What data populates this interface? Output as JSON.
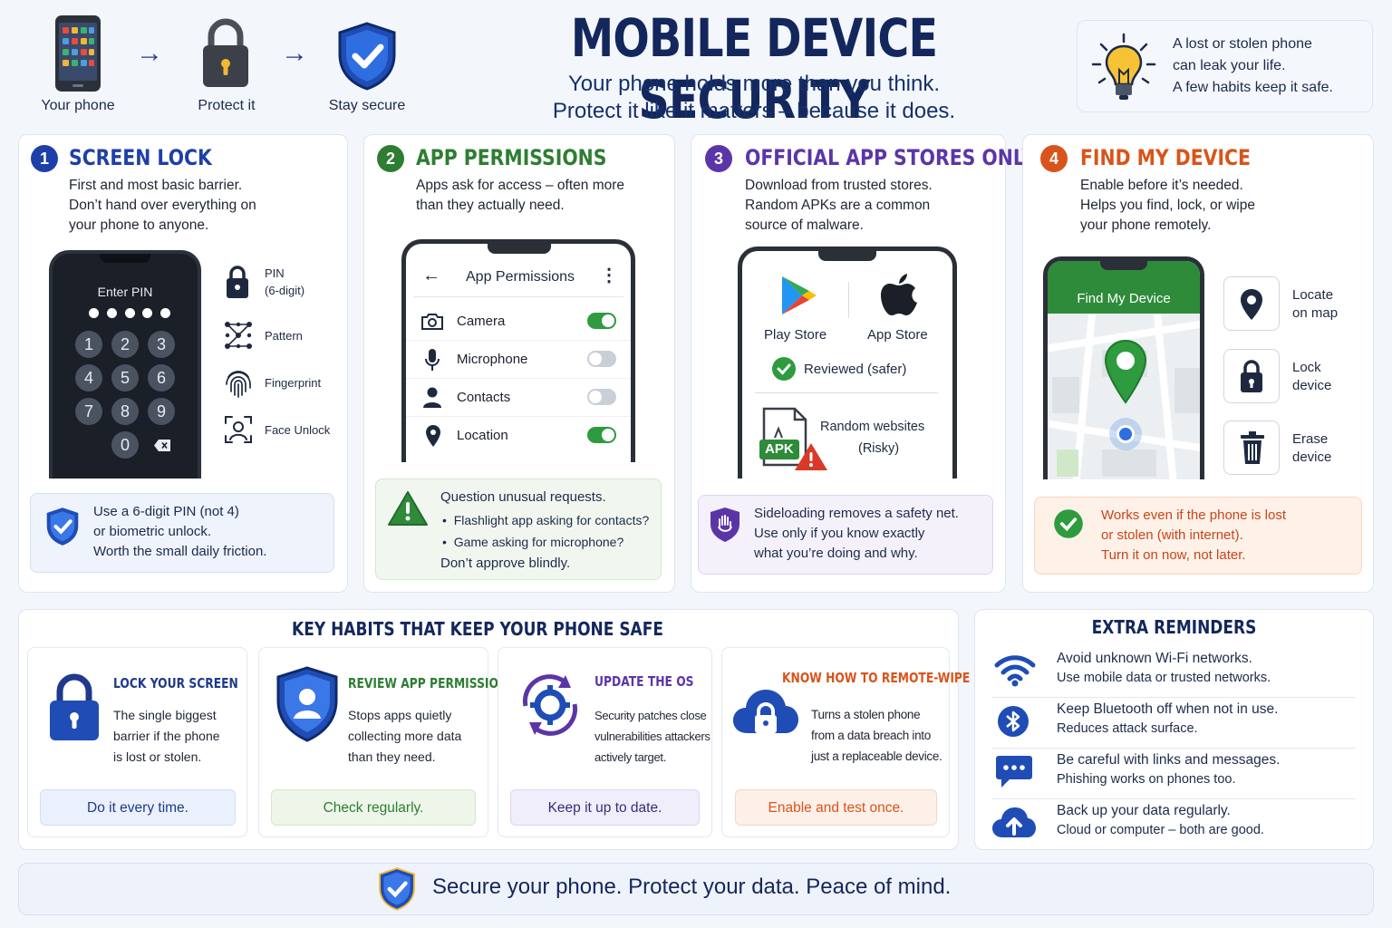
{
  "header": {
    "flow": [
      "Your phone",
      "Protect it",
      "Stay secure"
    ],
    "title": "MOBILE DEVICE SECURITY",
    "subtitle_1": "Your phone holds more than you think.",
    "subtitle_2": "Protect it like it matters – because it does.",
    "tip_lines": [
      "A lost or stolen phone",
      "can leak your life.",
      "A few habits keep it safe."
    ]
  },
  "sections": [
    {
      "number": "1",
      "title": "SCREEN LOCK",
      "desc": [
        "First and most basic barrier.",
        "Don’t hand over everything on",
        "your phone to anyone."
      ],
      "phone_label": "Enter PIN",
      "keys": [
        "1",
        "2",
        "3",
        "4",
        "5",
        "6",
        "7",
        "8",
        "9",
        "0"
      ],
      "options": [
        {
          "label": "PIN",
          "sub": "(6-digit)",
          "icon": "padlock-icon"
        },
        {
          "label": "Pattern",
          "icon": "pattern-icon"
        },
        {
          "label": "Fingerprint",
          "icon": "fingerprint-icon"
        },
        {
          "label": "Face Unlock",
          "icon": "face-scan-icon"
        }
      ],
      "note": [
        "Use a 6-digit PIN (not 4)",
        "or biometric unlock.",
        "Worth the small daily friction."
      ]
    },
    {
      "number": "2",
      "title": "APP PERMISSIONS",
      "desc": [
        "Apps ask for access – often more",
        "than they actually need."
      ],
      "screen_title": "App Permissions",
      "permissions": [
        {
          "label": "Camera",
          "on": true,
          "icon": "camera-icon"
        },
        {
          "label": "Microphone",
          "on": false,
          "icon": "microphone-icon"
        },
        {
          "label": "Contacts",
          "on": false,
          "icon": "contacts-icon"
        },
        {
          "label": "Location",
          "on": true,
          "icon": "location-icon"
        }
      ],
      "note_title": "Question unusual requests.",
      "note_items": [
        "Flashlight app asking for contacts?",
        "Game asking for microphone?"
      ],
      "note_end": "Don’t approve blindly."
    },
    {
      "number": "3",
      "title": "OFFICIAL APP STORES ONLY",
      "desc": [
        "Download from trusted stores.",
        "Random APKs are a common",
        "source of malware."
      ],
      "store_1": "Play Store",
      "store_2": "App Store",
      "reviewed": "Reviewed (safer)",
      "apk_label": "APK",
      "risky_1": "Random websites",
      "risky_2": "(Risky)",
      "note": [
        "Sideloading removes a safety net.",
        "Use only if you know exactly",
        "what you’re doing and why."
      ]
    },
    {
      "number": "4",
      "title": "FIND MY DEVICE",
      "desc": [
        "Enable before it’s needed.",
        "Helps you find, lock, or wipe",
        "your phone remotely."
      ],
      "screen_title": "Find My Device",
      "actions": [
        {
          "l1": "Locate",
          "l2": "on map",
          "icon": "map-pin-icon"
        },
        {
          "l1": "Lock",
          "l2": "device",
          "icon": "lock-icon"
        },
        {
          "l1": "Erase",
          "l2": "device",
          "icon": "trash-icon"
        }
      ],
      "note": [
        "Works even if the phone is lost",
        "or stolen (with internet).",
        "Turn it on now, not later."
      ]
    }
  ],
  "habits": {
    "title": "KEY HABITS THAT KEEP YOUR PHONE SAFE",
    "items": [
      {
        "title": "LOCK YOUR SCREEN",
        "desc": [
          "The single biggest",
          "barrier if the phone",
          "is lost or stolen."
        ],
        "button": "Do it every time."
      },
      {
        "title": "REVIEW APP PERMISSIONS",
        "desc": [
          "Stops apps quietly",
          "collecting more data",
          "than they need."
        ],
        "button": "Check regularly."
      },
      {
        "title": "UPDATE THE OS",
        "desc": [
          "Security patches close",
          "vulnerabilities attackers",
          "actively target."
        ],
        "button": "Keep it up to date."
      },
      {
        "title": "KNOW HOW TO REMOTE-WIPE",
        "desc": [
          "Turns a stolen phone",
          "from a data breach into",
          "just a replaceable device."
        ],
        "button": "Enable and test once."
      }
    ]
  },
  "reminders": {
    "title": "EXTRA REMINDERS",
    "items": [
      {
        "t1": "Avoid unknown Wi-Fi networks.",
        "t2": "Use mobile data or trusted networks.",
        "icon": "wifi-icon"
      },
      {
        "t1": "Keep Bluetooth off when not in use.",
        "t2": "Reduces attack surface.",
        "icon": "bluetooth-icon"
      },
      {
        "t1": "Be careful with links and messages.",
        "t2": "Phishing works on phones too.",
        "icon": "chat-icon"
      },
      {
        "t1": "Back up your data regularly.",
        "t2": "Cloud or computer – both are good.",
        "icon": "cloud-upload-icon"
      }
    ]
  },
  "footer": "Secure your phone. Protect your data. Peace of mind.",
  "colors": {
    "navy": "#13275d",
    "blue": "#1f4db5",
    "green": "#2e7d32",
    "purple": "#5b35a8",
    "orange": "#d9541a"
  }
}
